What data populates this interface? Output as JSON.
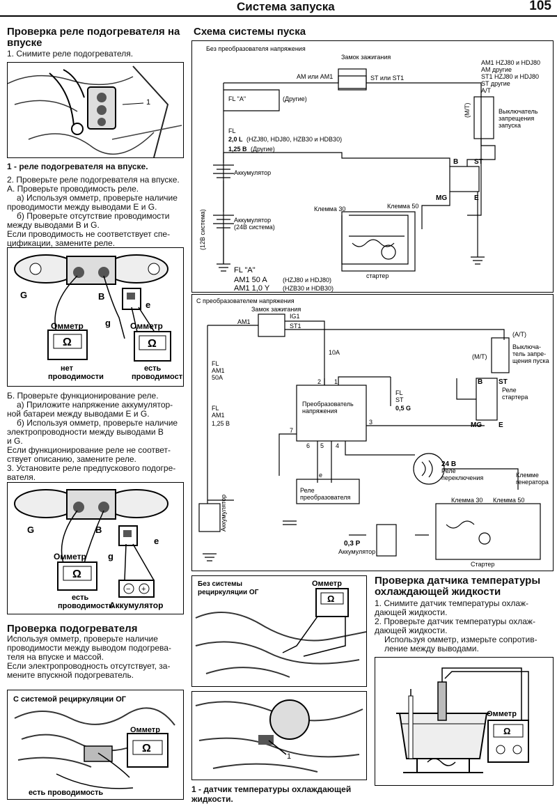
{
  "header": {
    "title": "Система запуска",
    "page_number": "105"
  },
  "left": {
    "s1_title": "Проверка реле подогревателя на впуске",
    "s1_step1": "1. Снимите реле подогревателя.",
    "fig1_caption": "1 - реле подогревателя на впуске.",
    "fig1_callout": "1",
    "s1_text": [
      "2. Проверьте реле подогревателя на впуске.",
      "А. Проверьте проводимость реле.",
      "а) Используя омметр, проверьте наличие",
      "проводимости между выводами Е и G.",
      "б) Проверьте отсутствие проводимости",
      "между выводами В и G.",
      "Если проводимость не соответствует спе-",
      "цификации, замените реле."
    ],
    "fig2": {
      "G": "G",
      "B": "B",
      "e": "e",
      "g": "g",
      "ohm1": "Омметр",
      "ohm2": "Омметр",
      "res1a": "нет",
      "res1b": "проводимости",
      "res2a": "есть",
      "res2b": "проводимость"
    },
    "s1_text2": [
      "Б. Проверьте функционирование реле.",
      "а) Приложите напряжение аккумулятор-",
      "ной батареи между выводами Е и G.",
      "б) Используя омметр, проверьте наличие",
      "электропроводности между выводами В",
      "и G.",
      "Если функционирование реле не соответ-",
      "ствует описанию, замените реле.",
      "3. Установите реле предпускового подогре-",
      "вателя."
    ],
    "fig3": {
      "G": "G",
      "B": "B",
      "e": "e",
      "g": "g",
      "ohm": "Омметр",
      "res_a": "есть",
      "res_b": "проводимость",
      "batt": "Аккумулятор"
    },
    "s2_title": "Проверка подогревателя",
    "s2_text": [
      "Используя омметр, проверьте наличие",
      "проводимости между выводом подогрева-",
      "теля на впуске и массой.",
      "Если электропроводность отсутствует, за-",
      "мените впускной подогреватель."
    ],
    "fig4": {
      "title": "С системой рециркуляции ОГ",
      "ohm": "Омметр",
      "res": "есть проводимость"
    }
  },
  "right": {
    "scheme_title": "Схема системы пуска",
    "d1": {
      "subtitle": "Без преобразователя напряжения",
      "switch": "Замок зажигания",
      "am": "АМ или АМ1",
      "st": "ST или ST1",
      "fl_a": "FL \"A\"",
      "other": "(Другие)",
      "fl": "FL",
      "fl_20": "2,0 L",
      "fl_20_models": "(HZJ80, HDJ80, HZB30 и HDB30)",
      "fl_125": "1,25 B",
      "fl_125_note": "(Другие)",
      "legend": [
        "AM1 HZJ80 и HDJ80",
        "AM  другие",
        "ST1 HZJ80 и HDJ80",
        "ST  другие",
        "A/T"
      ],
      "mt": "(M/T)",
      "neutral_switch": [
        "Выключатель",
        "запрещения",
        "запуска"
      ],
      "batt": "Аккумулятор",
      "batt24": [
        "Аккумулятор",
        "(24В система)"
      ],
      "sys12": "(12В система)",
      "terminal30": "Клемма 30",
      "terminal50": "Клемма 50",
      "starter": "стартер",
      "relay_b": "B",
      "relay_st": "ST",
      "relay_mg": "MG",
      "relay_e": "E",
      "fl_a_bottom": "FL \"A\"",
      "am1_50": "AM1 50 A",
      "am1_50_models": "(HZJ80 и HDJ80)",
      "am1_10": "AM1 1,0 Y",
      "am1_10_models": "(HZB30 и HDB30)"
    },
    "d2": {
      "subtitle": "С преобразователем напряжения",
      "switch": "Замок зажигания",
      "am1": "AM1",
      "ig1": "IG1",
      "st1": "ST1",
      "fuse10": "10A",
      "fl_am1_50": [
        "FL",
        "AM1",
        "50A"
      ],
      "fl_am1_125": [
        "FL",
        "AM1",
        "1,25 B"
      ],
      "fl_st": [
        "FL",
        "ST",
        "0,5 G"
      ],
      "conv": [
        "Преобразователь",
        "напряжения"
      ],
      "pins": [
        "2",
        "1",
        "3",
        "7",
        "6",
        "5",
        "4"
      ],
      "at": "(A/T)",
      "mt": "(M/T)",
      "neutral": [
        "Выключа-",
        "тель запре-",
        "щения пуска"
      ],
      "starter_relay": [
        "Реле",
        "стартера"
      ],
      "b": "B",
      "st": "ST",
      "mg": "MG",
      "e": "E",
      "relay24": "24 B",
      "relay24_sub": [
        "Реле",
        "переключения"
      ],
      "gen": [
        "Клемме",
        "генератора"
      ],
      "relay_conv": [
        "Реле",
        "преобразователя"
      ],
      "e_lbl": "e",
      "batt": "Аккумулятор",
      "fuse03": "0,3 P",
      "batt2": "Аккумулятор",
      "t30": "Клемма 30",
      "t50": "Клемма 50",
      "starter": "Стартер"
    },
    "fig5": {
      "title": [
        "Без системы",
        "рециркуляции ОГ"
      ],
      "ohm": "Омметр"
    },
    "fig6": {
      "callout": "1",
      "caption": [
        "1 - датчик температуры охлаждающей",
        "жидкости."
      ]
    },
    "s3_title": [
      "Проверка датчика температуры",
      "охлаждающей жидкости"
    ],
    "s3_text": [
      "1. Снимите датчик температуры охлаж-",
      "дающей жидкости.",
      "2. Проверьте датчик температуры охлаж-",
      "дающей жидкости.",
      "Используя омметр, измерьте сопротив-",
      "ление между выводами."
    ],
    "fig7": {
      "ohm": "Омметр"
    }
  }
}
